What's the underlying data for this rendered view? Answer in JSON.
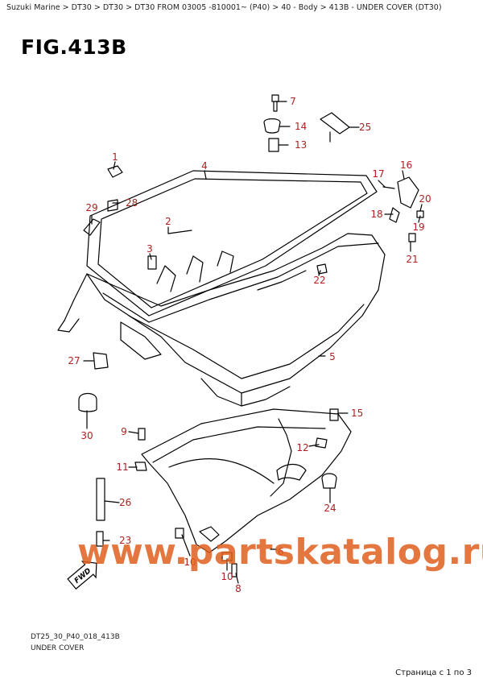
{
  "breadcrumb": "Suzuki Marine > DT30 > DT30 > DT30 FROM 03005 -810001~ (P40) > 40 - Body > 413B - UNDER COVER (DT30)",
  "figure": {
    "title": "FIG.413B",
    "code": "DT25_30_P40_018_413B",
    "name": "UNDER COVER"
  },
  "callouts": {
    "c1": "1",
    "c2": "2",
    "c3": "3",
    "c4": "4",
    "c5": "5",
    "c6": "6",
    "c7": "7",
    "c8": "8",
    "c9": "9",
    "c10a": "10",
    "c10b": "10",
    "c11": "11",
    "c12": "12",
    "c13": "13",
    "c14": "14",
    "c15": "15",
    "c16": "16",
    "c17": "17",
    "c18": "18",
    "c19": "19",
    "c20": "20",
    "c21": "21",
    "c22": "22",
    "c23": "23",
    "c24": "24",
    "c25": "25",
    "c26": "26",
    "c27": "27",
    "c28": "28",
    "c29": "29",
    "c30": "30"
  },
  "fwd_label": "FWD",
  "watermark": "www.partskatalog.ru",
  "pager": "Страница с 1 по 3"
}
